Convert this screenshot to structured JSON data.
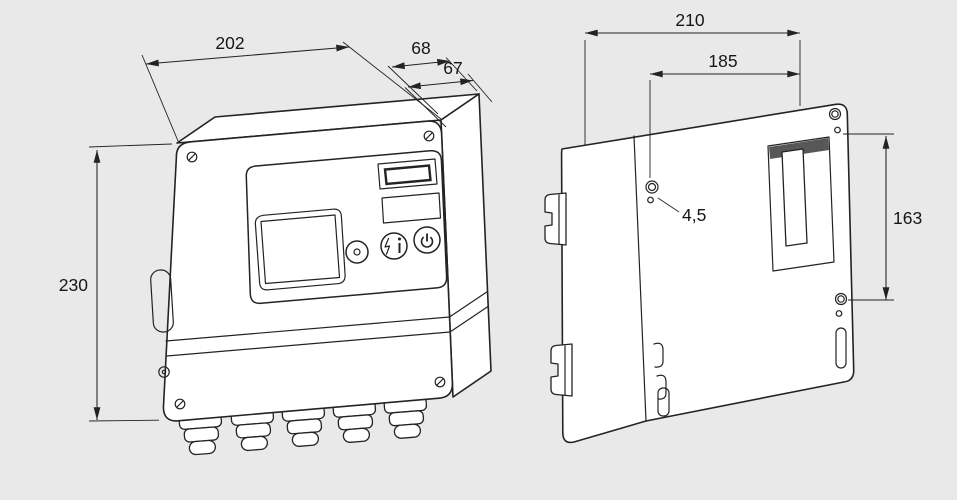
{
  "drawing": {
    "views": {
      "front_isometric": {
        "dimensions": {
          "width": "202",
          "depth_upper": "68",
          "depth_lower": "67",
          "height": "230"
        }
      },
      "rear": {
        "dimensions": {
          "width": "210",
          "hole_spacing_horizontal": "185",
          "hole_diameter": "4,5",
          "hole_spacing_vertical": "163"
        }
      }
    },
    "colors": {
      "background": "#e9e9e9",
      "line": "#232323",
      "surface": "#ffffff",
      "cutout_shadow": "#575757"
    },
    "icons": {
      "power_button": "power-icon",
      "info_button": "flash-info-icon",
      "select_button": "dot-icon"
    }
  }
}
